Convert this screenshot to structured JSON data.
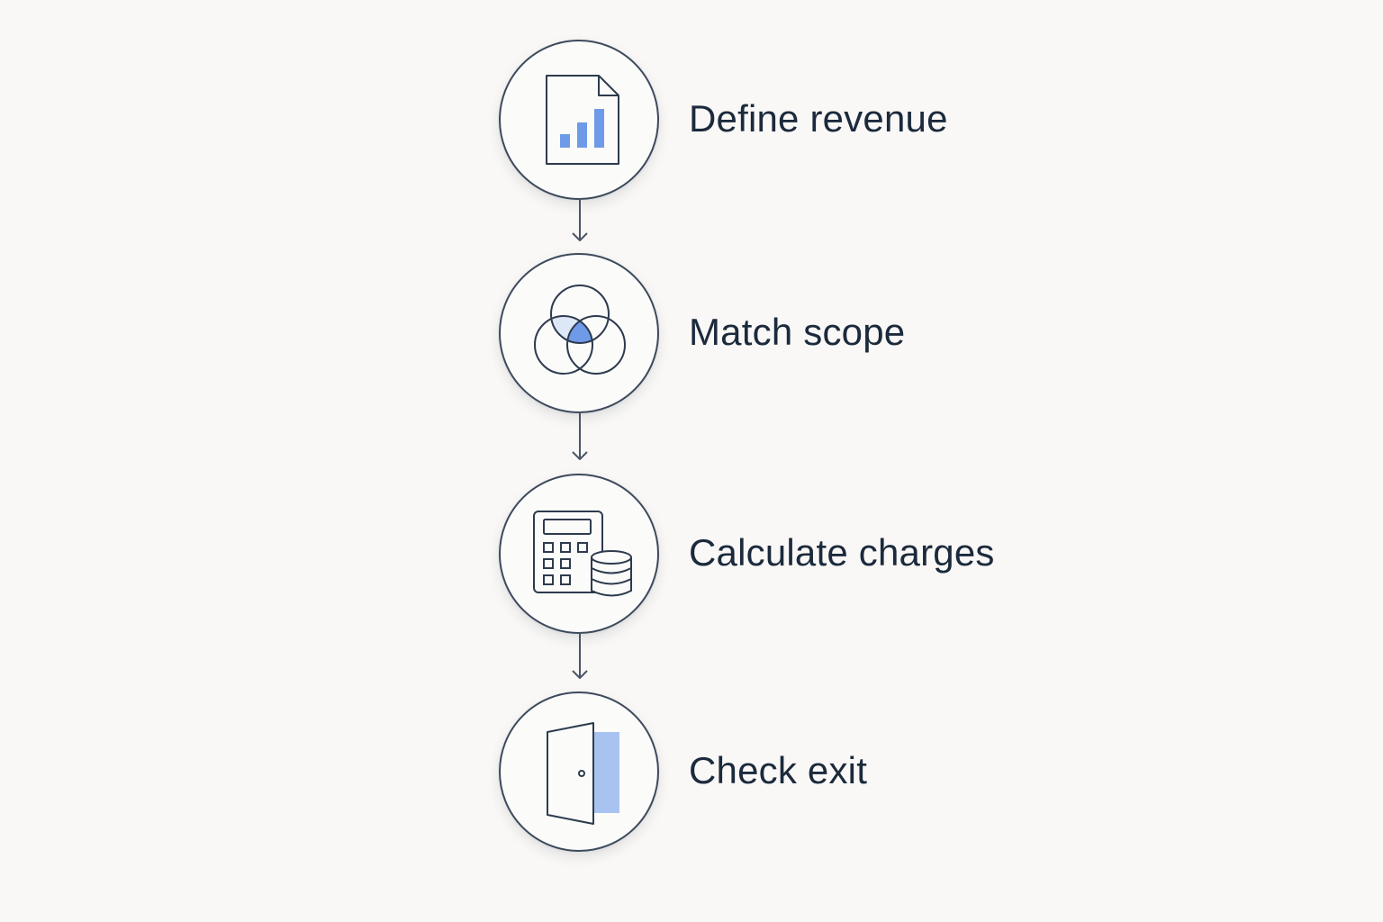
{
  "flow": {
    "steps": [
      {
        "label": "Define revenue",
        "icon": "document-bar-chart-icon"
      },
      {
        "label": "Match scope",
        "icon": "venn-diagram-icon"
      },
      {
        "label": "Calculate charges",
        "icon": "calculator-coins-icon"
      },
      {
        "label": "Check exit",
        "icon": "door-exit-icon"
      }
    ]
  },
  "colors": {
    "background": "#f9f8f6",
    "outline": "#3d4a5c",
    "accent": "#6f9ae8",
    "text": "#1b2a3c"
  }
}
